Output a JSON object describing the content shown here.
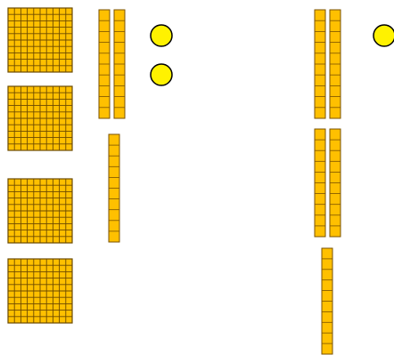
{
  "colors": {
    "block_fill": "#FFC000",
    "block_stroke": "#7A5200",
    "hundred_grid": "#6B4A00",
    "circle_fill": "#FFF200",
    "circle_stroke": "#000000"
  },
  "left_group": {
    "hundreds_blocks": 4,
    "ten_rods": 3,
    "unit_circles": 2
  },
  "right_group": {
    "ten_rods": 5,
    "unit_circles": 1
  }
}
